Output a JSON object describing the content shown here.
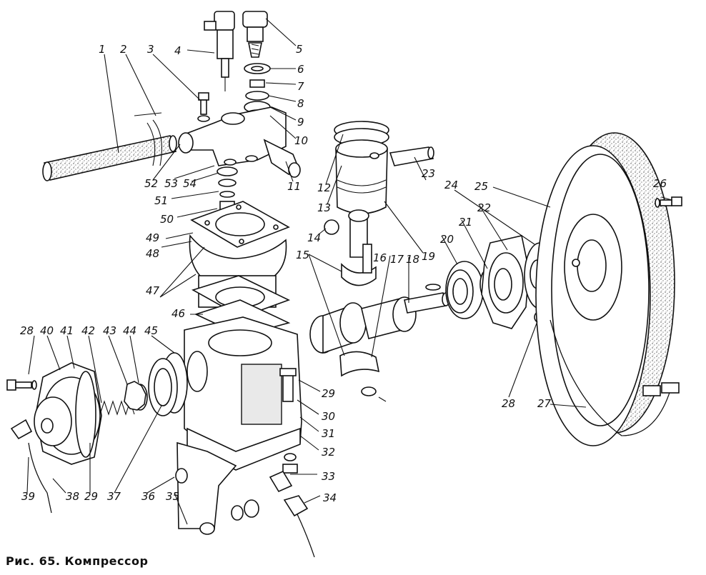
{
  "caption": "Рис. 65. Компрессор",
  "callouts": [
    {
      "num": "1"
    },
    {
      "num": "2"
    },
    {
      "num": "3"
    },
    {
      "num": "4"
    },
    {
      "num": "5"
    },
    {
      "num": "6"
    },
    {
      "num": "7"
    },
    {
      "num": "8"
    },
    {
      "num": "9"
    },
    {
      "num": "10"
    },
    {
      "num": "11"
    },
    {
      "num": "12"
    },
    {
      "num": "13"
    },
    {
      "num": "14"
    },
    {
      "num": "15"
    },
    {
      "num": "16"
    },
    {
      "num": "17"
    },
    {
      "num": "18"
    },
    {
      "num": "19"
    },
    {
      "num": "20"
    },
    {
      "num": "21"
    },
    {
      "num": "22"
    },
    {
      "num": "23"
    },
    {
      "num": "24"
    },
    {
      "num": "25"
    },
    {
      "num": "26"
    },
    {
      "num": "27"
    },
    {
      "num": "28"
    },
    {
      "num": "28"
    },
    {
      "num": "29"
    },
    {
      "num": "29"
    },
    {
      "num": "30"
    },
    {
      "num": "31"
    },
    {
      "num": "32"
    },
    {
      "num": "33"
    },
    {
      "num": "34"
    },
    {
      "num": "35"
    },
    {
      "num": "36"
    },
    {
      "num": "37"
    },
    {
      "num": "38"
    },
    {
      "num": "39"
    },
    {
      "num": "40"
    },
    {
      "num": "41"
    },
    {
      "num": "42"
    },
    {
      "num": "43"
    },
    {
      "num": "44"
    },
    {
      "num": "45"
    },
    {
      "num": "46"
    },
    {
      "num": "47"
    },
    {
      "num": "48"
    },
    {
      "num": "49"
    },
    {
      "num": "50"
    },
    {
      "num": "51"
    },
    {
      "num": "52"
    },
    {
      "num": "53"
    },
    {
      "num": "54"
    }
  ]
}
